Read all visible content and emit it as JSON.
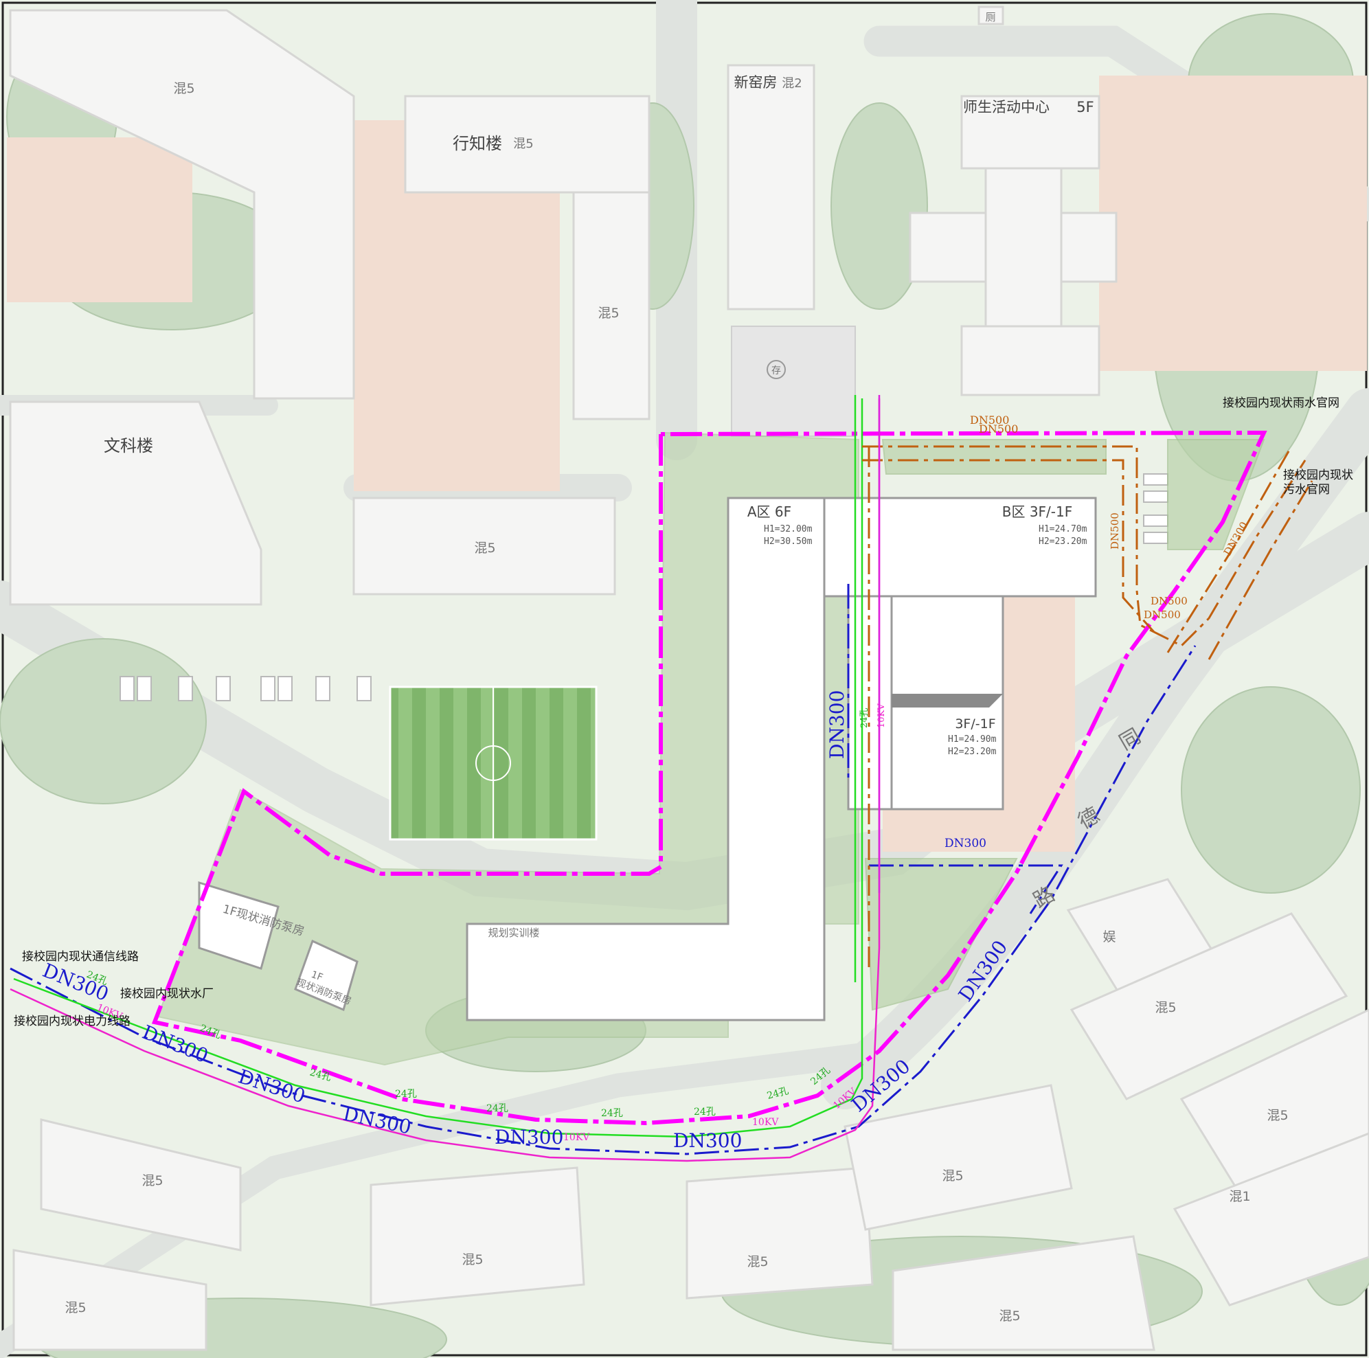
{
  "buildings": {
    "nw_block": "混5",
    "xingzhi": "行知楼",
    "xingzhi_tag": "混5",
    "xinyao": "新窑房",
    "xinyao_tag": "混2",
    "hun5_east": "混5",
    "wenke": "文科楼",
    "hun5_mid": "混5",
    "shisheng": "师生活动中心",
    "shisheng_floors": "5F",
    "yu": "娱",
    "se_1": "混5",
    "se_2": "混5",
    "se_3": "混1",
    "s_1": "混5",
    "s_2": "混5",
    "s_3": "混5",
    "s_4": "混5",
    "s_5": "混5",
    "s_6": "混5",
    "top_mark": "厕"
  },
  "project": {
    "zone_a": "A区 6F",
    "zone_a_h1": "H1=32.00m",
    "zone_a_h2": "H2=30.50m",
    "zone_b": "B区 3F/-1F",
    "zone_b_h1": "H1=24.70m",
    "zone_b_h2": "H2=23.20m",
    "zone_c": "3F/-1F",
    "zone_c_h1": "H1=24.90m",
    "zone_c_h2": "H2=23.20m",
    "training": "规划实训楼",
    "pump_1": "1F现状消防泵房",
    "pump_2_a": "1F",
    "pump_2_b": "现状消防泵房",
    "storage": "存"
  },
  "road": {
    "chars": [
      "同",
      "德",
      "路"
    ]
  },
  "pipes": {
    "dn300": "DN300",
    "dn500": "DN500",
    "tel_24": "24孔",
    "power_10kv": "10KV",
    "tel_vert": "24孔",
    "power_vert": "10KV"
  },
  "callouts": {
    "rain": "接校园内现状雨水官网",
    "sewer_1": "接校园内现状",
    "sewer_2": "污水官网",
    "telecom": "接校园内现状通信线路",
    "water": "接校园内现状水厂",
    "power": "接校园内现状电力线路"
  },
  "colors": {
    "boundary": "#ff00ff",
    "water_pipe": "#1a1acc",
    "telecom": "#22dd22",
    "power": "#ee22cc",
    "sewer": "#c06010"
  }
}
